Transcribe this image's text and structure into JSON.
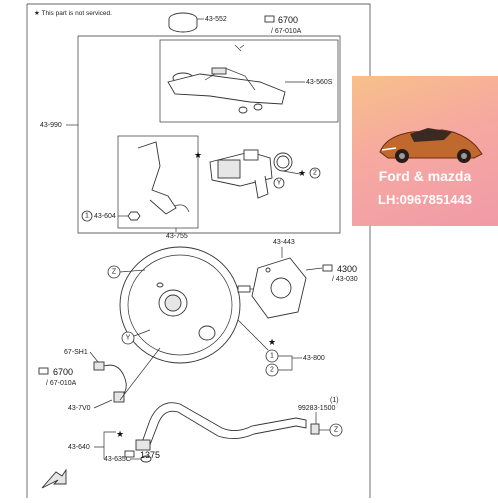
{
  "note": "★ This part is not serviced.",
  "labels": {
    "l43552": "43-552",
    "l6700a": "6700",
    "l67010a_a": "/ 67-010A",
    "l43560s": "43-560S",
    "l43990": "43-990",
    "l43604": "43-604",
    "l43755": "43-755",
    "l43443": "43-443",
    "l4300": "4300",
    "l43030": "/ 43-030",
    "l43800": "43-800",
    "l67sh1": "67-SH1",
    "l6700b": "6700",
    "l67010a_b": "/ 67-010A",
    "l437v0": "43-7V0",
    "l43640": "43-640",
    "l43635c": "43-635C",
    "l1375": "1375",
    "l99283": "99283-1500",
    "l1paren": "(1)"
  },
  "callouts": {
    "c1a": "1",
    "c2a": "2",
    "ya": "Y",
    "z1": "Z",
    "y2": "Y",
    "c1b": "1",
    "c2b": "2",
    "z2": "Z"
  },
  "promo": {
    "brand": "Ford & mazda",
    "phone": "LH:0967851443"
  }
}
